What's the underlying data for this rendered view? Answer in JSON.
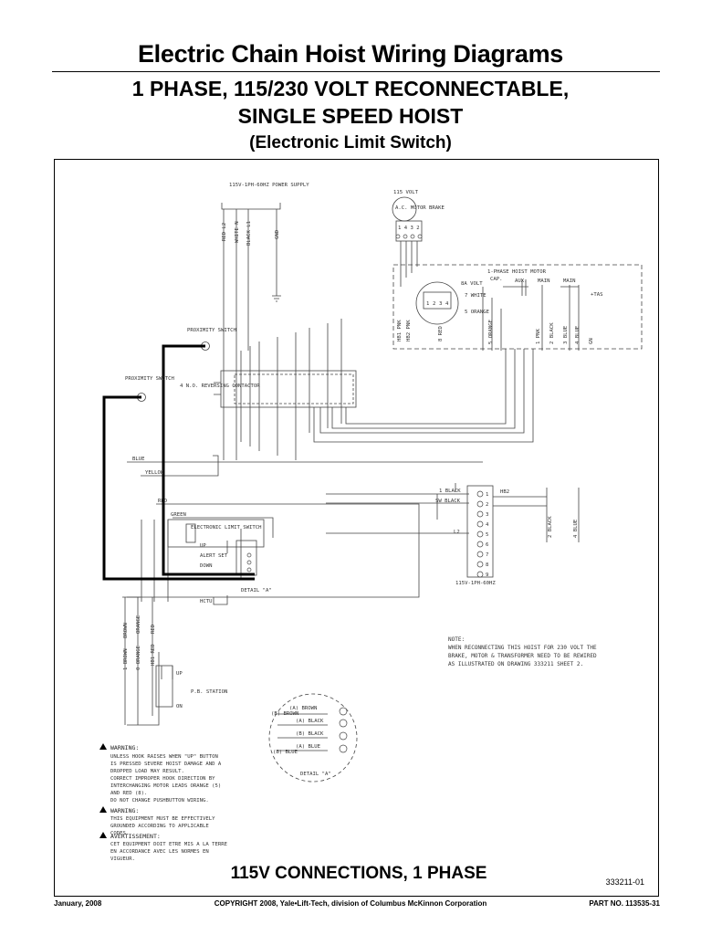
{
  "header": {
    "title": "Electric Chain Hoist Wiring Diagrams",
    "subtitle_1": "1 PHASE, 115/230 VOLT RECONNECTABLE,",
    "subtitle_2": "SINGLE SPEED HOIST",
    "subtitle_3": "(Electronic Limit Switch)"
  },
  "diagram": {
    "power_supply": "115V-1PH-60HZ POWER SUPPLY",
    "power_leads": [
      "RED L2",
      "WHITE N",
      "BLACK L1",
      "GND"
    ],
    "brake_voltage": "115 VOLT",
    "brake_label": "A.C. MOTOR BRAKE",
    "brake_terminals": "1 4 3 2",
    "motor_title": "1-PHASE HOIST MOTOR",
    "motor_labels": [
      "8A VOLT",
      "CAP.",
      "AUX.",
      "MAIN",
      "MAIN",
      "+TAS",
      "7 WHITE",
      "5 ORANGE"
    ],
    "motor_terminals": [
      "1",
      "2",
      "3",
      "4"
    ],
    "motor_leads": [
      "HB1 PNK",
      "HB2 PNK",
      "8 RED",
      "5 ORANGE",
      "1 PNK",
      "2 BLACK",
      "3 BLUE",
      "4 BLUE",
      "GN"
    ],
    "proximity_a": "PROXIMITY SWITCH",
    "proximity_b": "PROXIMITY SWITCH",
    "contactor": "4 N.O. REVERSING CONTACTOR",
    "wires": [
      "BLUE",
      "YELLOW",
      "RED",
      "GREEN"
    ],
    "limit_switch": "ELECTRONIC LIMIT SWITCH",
    "limit_rows": [
      "UP",
      "ALERT",
      "DOWN"
    ],
    "limit_set": "SET",
    "detail_ref": "DETAIL \"A\"",
    "fuse": "HCTU",
    "terminal_leads": [
      "1 BLACK",
      "SW BLACK",
      "L2"
    ],
    "terminal_hb": "HB2",
    "terminal_numbers": [
      "1",
      "2",
      "3",
      "4",
      "5",
      "6",
      "7",
      "8",
      "9"
    ],
    "terminal_leads_down": [
      "2 BLACK",
      "4 BLUE"
    ],
    "terminal_caption": "115V-1PH-60HZ",
    "pb_leads": [
      "1 BROWN",
      "BROWN",
      "0 ORANGE",
      "ORANGE",
      "HB1 RED",
      "RED"
    ],
    "pb_station": "P.B. STATION",
    "pb_buttons": [
      "UP",
      "ON"
    ],
    "note_title": "NOTE:",
    "note_lines": [
      "WHEN RECONNECTING THIS HOIST FOR 230 VOLT THE",
      "BRAKE, MOTOR & TRANSFORMER NEED TO BE REWIRED",
      "AS ILLUSTRATED ON DRAWING 333211 SHEET 2."
    ],
    "detail_rows": [
      "(A) BROWN",
      "(B) BROWN",
      "(A) BLACK",
      "(B) BLACK",
      "(A) BLUE",
      "(B) BLUE"
    ],
    "detail_caption": "DETAIL \"A\"",
    "warnings": [
      {
        "heading": "WARNING:",
        "lines": [
          "UNLESS HOOK RAISES WHEN \"UP\" BUTTON",
          "IS PRESSED SEVERE HOIST DAMAGE AND A",
          "DROPPED LOAD MAY RESULT.",
          "CORRECT IMPROPER HOOK DIRECTION BY",
          "INTERCHANGING MOTOR LEADS ORANGE (5)",
          "AND RED (8).",
          "DO NOT CHANGE PUSHBUTTON WIRING."
        ]
      },
      {
        "heading": "WARNING:",
        "lines": [
          "THIS EQUIPMENT MUST BE EFFECTIVELY",
          "GROUNDED ACCORDING TO APPLICABLE",
          "CODES."
        ]
      },
      {
        "heading": "AVERTISSEMENT:",
        "lines": [
          "CET EQUIPMENT DOIT ETRE MIS A LA TERRE",
          "EN ACCORDANCE AVEC LES NORMES EN",
          "VIGUEUR."
        ]
      }
    ]
  },
  "bottom_title": "115V CONNECTIONS, 1 PHASE",
  "part_ref": "333211-01",
  "footer": {
    "date": "January, 2008",
    "copyright": "COPYRIGHT 2008, Yale•Lift-Tech, division of Columbus McKinnon Corporation",
    "part": "PART NO. 113535-31"
  }
}
